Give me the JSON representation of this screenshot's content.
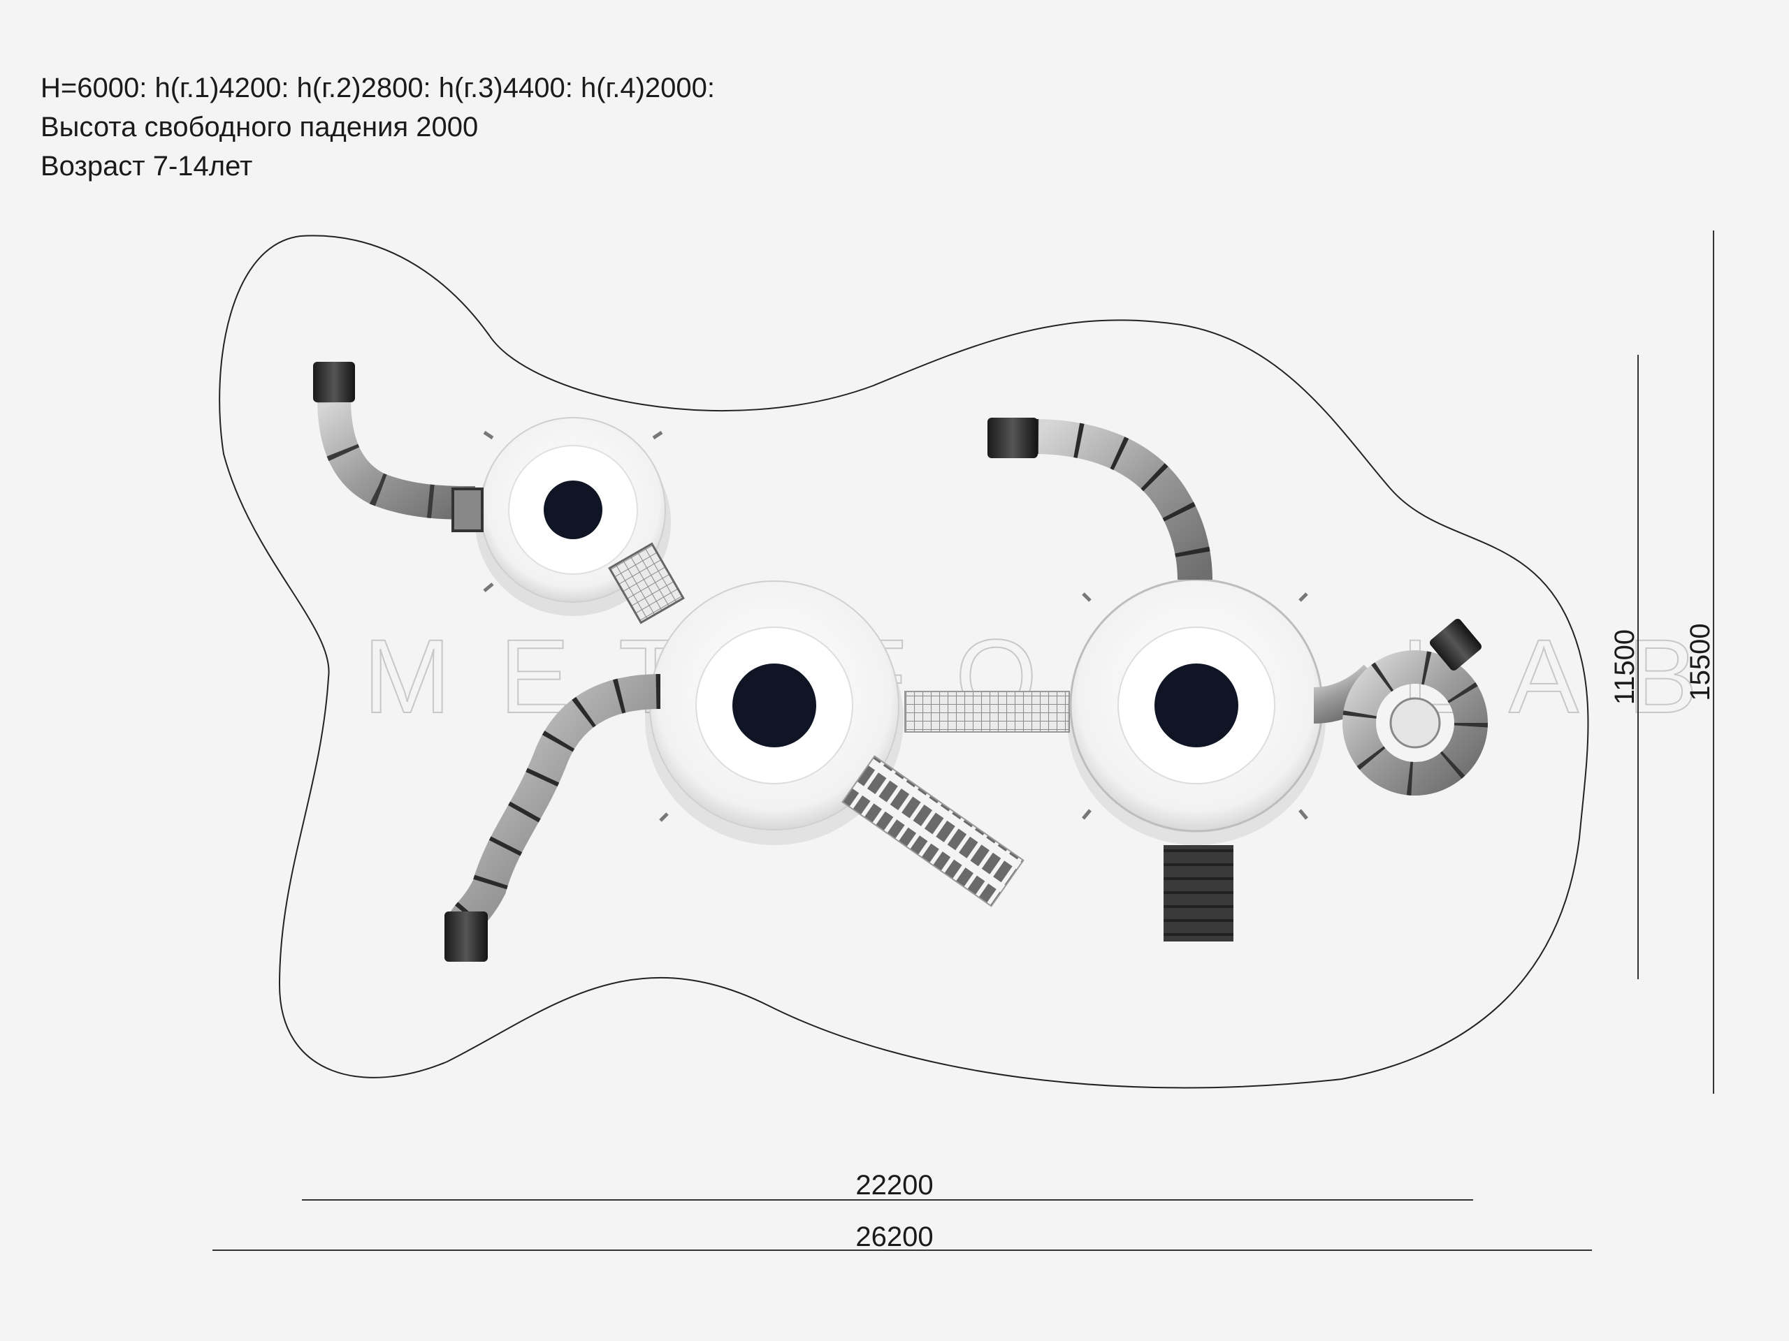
{
  "spec": {
    "line1": "H=6000: h(г.1)4200: h(г.2)2800: h(г.3)4400: h(г.4)2000:",
    "line2": "Высота свободного падения 2000",
    "line3": "Возраст 7-14лет"
  },
  "watermark": "METAFORA LAB",
  "dimensions": {
    "width_inner": "22200",
    "width_outer": "26200",
    "height_inner": "11500",
    "height_outer": "15500"
  }
}
